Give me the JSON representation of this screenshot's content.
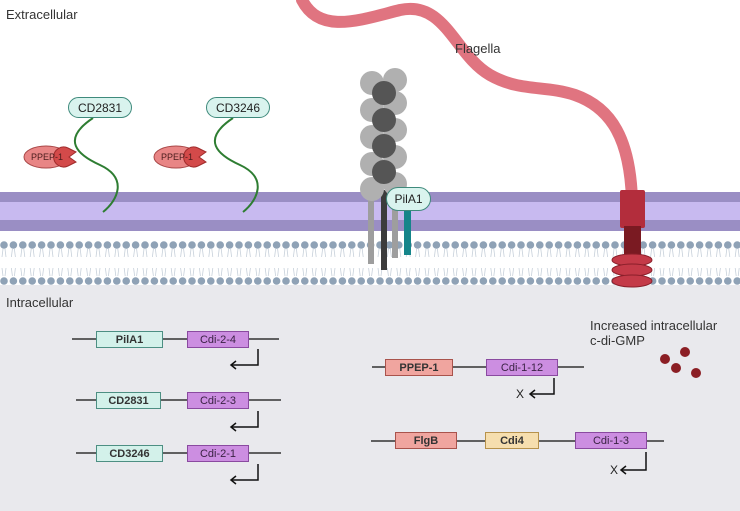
{
  "regions": {
    "extracellular": "Extracellular",
    "intracellular": "Intracellular"
  },
  "flagella_label": "Flagella",
  "pila1_label": "PilA1",
  "receptors": [
    {
      "label": "CD2831",
      "enzyme": "PPEP-1"
    },
    {
      "label": "CD3246",
      "enzyme": "PPEP-1"
    }
  ],
  "c_di_gmp": {
    "line1": "Increased intracellular",
    "line2": "c-di-GMP"
  },
  "operons": {
    "pila1": {
      "gene": "PilA1",
      "cdi": "Cdi-2-4"
    },
    "cd2831": {
      "gene": "CD2831",
      "cdi": "Cdi-2-3"
    },
    "cd3246": {
      "gene": "CD3246",
      "cdi": "Cdi-2-1"
    },
    "ppep1": {
      "gene": "PPEP-1",
      "cdi": "Cdi-1-12",
      "mark": "X"
    },
    "flgb": {
      "gene": "FlgB",
      "middle": "Cdi4",
      "cdi": "Cdi-1-3",
      "mark": "X"
    }
  },
  "colors": {
    "membrane_outer": "#9a8ec4",
    "membrane_inner": "#c8baf0",
    "lipid_head": "#8fa2b6",
    "intracellular_bg": "#e9e9ed",
    "flagella": "#e07480",
    "flagella_motor": "#b32d3c",
    "enzyme": "#e17a7a",
    "receptor_tail": "#2e7d32",
    "pilus_dark": "#5a5a5a",
    "pilus_light": "#a8a8a8",
    "c_di_gmp_dot": "#8b1e24"
  }
}
